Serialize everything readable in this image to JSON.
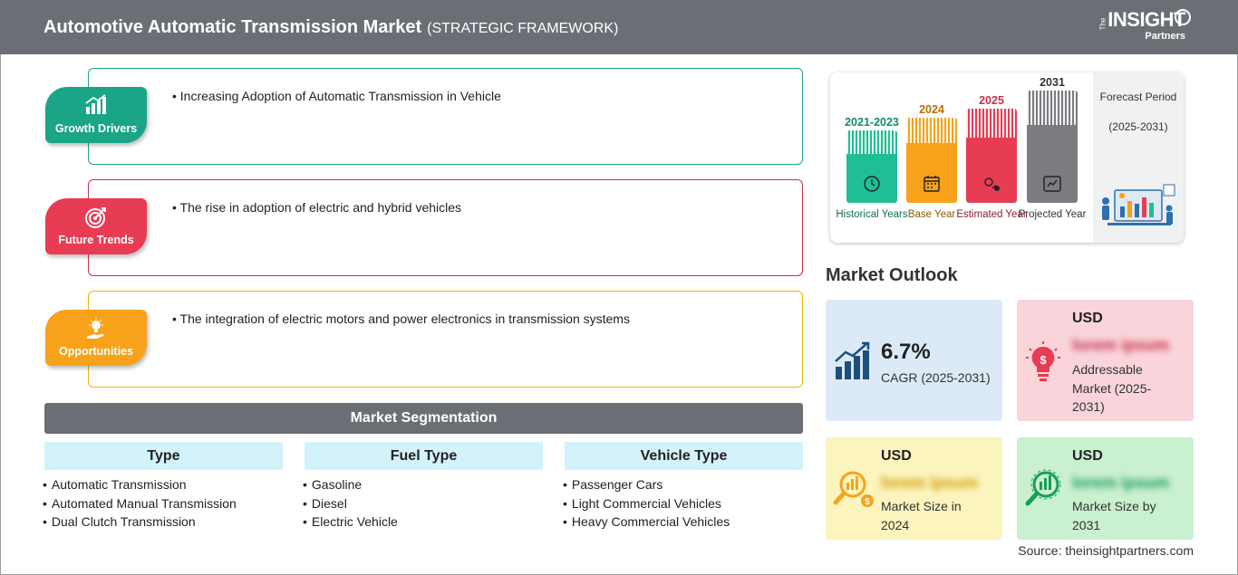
{
  "header": {
    "title": "Automotive Automatic Transmission Market",
    "subtitle": "(STRATEGIC FRAMEWORK)",
    "logo": {
      "the": "The",
      "brand": "INSIGHT",
      "partners": "Partners"
    }
  },
  "framework": [
    {
      "badge": "Growth Drivers",
      "text": "Increasing Adoption of Automatic Transmission in Vehicle",
      "color": "#1aa587",
      "border": "#1aa587"
    },
    {
      "badge": "Future Trends",
      "text": "The rise in adoption of electric and hybrid vehicles",
      "color": "#e83c54",
      "border": "#c8304a"
    },
    {
      "badge": "Opportunities",
      "text": "The integration of electric motors and power electronics in transmission systems",
      "color": "#f7a21a",
      "border": "#f0b400"
    }
  ],
  "segmentation": {
    "title": "Market Segmentation",
    "columns": [
      {
        "head": "Type",
        "items": [
          "Automatic Transmission",
          "Automated Manual Transmission",
          "Dual Clutch Transmission"
        ]
      },
      {
        "head": "Fuel Type",
        "items": [
          "Gasoline",
          "Diesel",
          "Electric Vehicle"
        ]
      },
      {
        "head": "Vehicle Type",
        "items": [
          "Passenger Cars",
          "Light Commercial Vehicles",
          "Heavy Commercial Vehicles"
        ]
      }
    ]
  },
  "timeline": {
    "periods": [
      {
        "year": "2021-2023",
        "label": "Historical Years",
        "color": "#1fbf95",
        "year_color": "#138a6d",
        "icon": "history-icon"
      },
      {
        "year": "2024",
        "label": "Base Year",
        "color": "#f7a21a",
        "year_color": "#b56f00",
        "icon": "calendar-icon"
      },
      {
        "year": "2025",
        "label": "Estimated Year",
        "color": "#e83c54",
        "year_color": "#c8304a",
        "icon": "gear-chart-icon"
      },
      {
        "year": "2031",
        "label": "Projected Year",
        "color": "#7a7c80",
        "year_color": "#333333",
        "icon": "presentation-icon"
      }
    ],
    "forecast_title": "Forecast Period",
    "forecast_range": "(2025-2031)"
  },
  "outlook": {
    "title": "Market Outlook",
    "cagr": {
      "value": "6.7%",
      "label": "CAGR (2025-2031)",
      "bg": "#dbeaf6",
      "icon": "growth-chart-icon"
    },
    "addressable": {
      "usd": "USD",
      "value": "lorem ipsum",
      "label": "Addressable Market (2025-2031)",
      "bg": "#f9d4da",
      "icon": "idea-dollar-icon"
    },
    "size2024": {
      "usd": "USD",
      "value": "lorem ipsum",
      "label": "Market Size in 2024",
      "bg": "#fbf4bd",
      "icon": "magnifier-chart-icon"
    },
    "size2031": {
      "usd": "USD",
      "value": "lorem ipsum",
      "label": "Market Size by 2031",
      "bg": "#c9f0cf",
      "icon": "magnifier-bars-icon"
    }
  },
  "source": "Source: theinsightpartners.com"
}
